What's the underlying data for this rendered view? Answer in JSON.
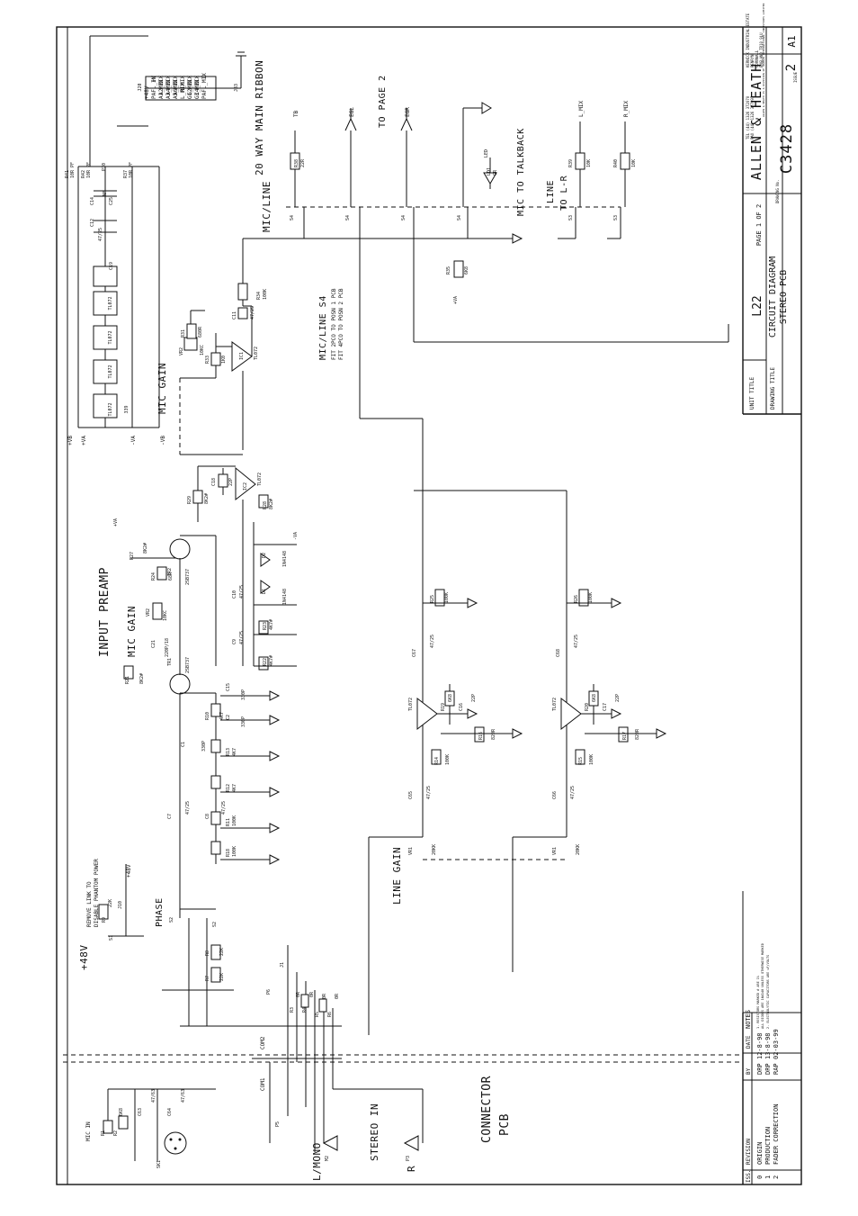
{
  "title_block": {
    "company": "ALLEN & HEATH",
    "company_addr_1": "KERNICK INDUSTRIAL ESTATE",
    "company_addr_2": "PENRYN",
    "company_addr_3": "CORNWALL",
    "company_addr_4": "ENGLAND TR10 9LU",
    "company_note": "ALLEN & HEATH IS A DIVISION OF HARMAN INTERNATIONAL INDUSTRIES LIMITED",
    "tel": "TEL (44) 1326 372070",
    "fax": "FAX (44) 1326 377097",
    "sheet_size": "A1",
    "drawing_no_label": "DRAWING No.",
    "drawing_no": "C3428",
    "issue_label": "ISSUE",
    "issue": "2",
    "unit_title_label": "UNIT TITLE",
    "unit_title": "L22",
    "page": "PAGE 1 OF 2",
    "drawing_title_label": "DRAWING TITLE",
    "drawing_title_1": "CIRCUIT DIAGRAM",
    "drawing_title_2": "STEREO PCB"
  },
  "revisions": {
    "headers": [
      "ISS.",
      "REVISION",
      "BY",
      "DATE"
    ],
    "rows": [
      [
        "0",
        "ORIGIN",
        "DRP",
        "12-8-98"
      ],
      [
        "1",
        "PRODUCTION",
        "DRP",
        "13-8-98"
      ],
      [
        "2",
        "FADER CORRECTION",
        "RAP",
        "02-03-99"
      ]
    ]
  },
  "notes": {
    "header": "NOTES",
    "items": [
      "1. RESISTORS MARKED # ARE 1%",
      "ALL DIODES ARE 1N4148 UNLESS OTHERWISE MARKED",
      "2. ELECTROLYTIC CAPACITORS ARE uF/VOLTS"
    ]
  },
  "labels": {
    "main_ribbon": "20 WAY MAIN RIBBON",
    "to_page_2": "TO PAGE 2",
    "mic_line": "MIC/LINE",
    "mic_to_talkback": "MIC TO TALKBACK",
    "line": "LINE",
    "to_l_r": "TO L-R",
    "mic_line_s4": "MIC/LINE S4",
    "fit_1": "FIT 2PCO TO POSN 1 PCB",
    "fit_2": "FIT 4PCO TO POSN 2 PCB",
    "mic_gain_1": "MIC GAIN",
    "mic_gain_2": "MIC GAIN",
    "input_preamp": "INPUT PREAMP",
    "phantom_note_1": "REMOVE LINK TO",
    "phantom_note_2": "DISABLE PHANTOM POWER",
    "plus48v": "+48V",
    "plus48v_small": "+48V",
    "phase": "PHASE",
    "line_gain": "LINE GAIN",
    "connector_pcb_1": "CONNECTOR",
    "connector_pcb_2": "PCB",
    "mic_in": "MIC IN",
    "l_mono": "L/MONO",
    "stereo_in": "STEREO IN",
    "r": "R",
    "com1": "COM1",
    "com2": "COM2",
    "l_mix": "L_MIX",
    "r_mix": "R_MIX",
    "tb": "TB",
    "egl": "EGL",
    "egr": "EGR",
    "led": "LED",
    "lbl_plus_vb": "+VB",
    "lbl_plus_va": "+VA",
    "lbl_minus_va": "-VA",
    "lbl_minus_vb": "-VB",
    "lbl_plus_va_2": "+VA"
  },
  "ribbon_pins_left": [
    "+48V",
    "PAFL_IN",
    "A1_MIX",
    "A3_MIX",
    "A5_MIX",
    "L_MIX",
    "G1_MIX",
    "G3_MIX",
    "PAFL_MIX"
  ],
  "ribbon_pins_right": [
    "+V",
    "A2_MIX",
    "A4_MIX",
    "A6_MIX",
    "R_MIX",
    "G2_MIX",
    "C4_MIX"
  ],
  "components": {
    "r41": "R41",
    "r41v": "10R PF",
    "r42": "R42",
    "r42v": "10R PF",
    "r37": "R37",
    "r37v": "10R PF",
    "r38": "R38",
    "r38v": "22R",
    "r34": "R34",
    "r34v": "100K",
    "r35": "R35",
    "r35v": "6K8",
    "r39": "R39",
    "r39v": "10K",
    "r40": "R40",
    "r40v": "10K",
    "r31": "R31",
    "r31v": "680R",
    "r33": "R33",
    "r33v": "1K0",
    "vr2": "VR2",
    "vr2v": "10KC",
    "r29": "R29",
    "r29v": "8K2#",
    "r28": "R28",
    "r28v": "8K2#",
    "c18": "C18",
    "c18v": "22P",
    "c11": "C11",
    "c11v": "47/25",
    "ic1": "IC1",
    "ic1v": "TL072",
    "ic2": "IC2",
    "ic2v": "TL072",
    "r27": "R27",
    "r27v": "8K2#",
    "r24": "R24",
    "r24v": "68R",
    "tr2": "TR2",
    "tr2v": "2SB737",
    "tr1": "TR1",
    "tr1v": "2SB737",
    "d1": "D1",
    "d1v": "1N4148",
    "d2": "D2",
    "d2v": "1N4148",
    "c10": "C10",
    "c10v": "47/25",
    "c9": "C9",
    "c9v": "47/25",
    "r23": "R23",
    "r23v": "4K7#",
    "r22": "R22",
    "r22v": "4K7#",
    "c21": "C21",
    "c21v": "220P/18",
    "r21": "R21",
    "r21v": "8K2#",
    "c15": "C15",
    "c15v": "330P",
    "c2": "C2",
    "c2v": "330P",
    "c1": "C1",
    "c1v": "330P",
    "r10": "R10",
    "r10v": "4K7",
    "r13": "R13",
    "r13v": "4K7",
    "r12": "R12",
    "r12v": "4K7",
    "r11": "R11",
    "r11v": "100K",
    "r18": "R18",
    "r18v": "100K",
    "c7": "C7",
    "c7v": "47/25",
    "c8": "C8",
    "c8v": "47/25",
    "r25": "R25",
    "r25v": "100K",
    "r26": "R26",
    "r26v": "100K",
    "c67": "C67",
    "c67v": "47/25",
    "c68": "C68",
    "c68v": "47/25",
    "r19": "R19",
    "r19v": "6K8",
    "r20": "R20",
    "r20v": "6K8",
    "c16": "C16",
    "c16v": "22P",
    "c17": "C17",
    "c17v": "22P",
    "r16": "R16",
    "r16v": "820R",
    "r17": "R17",
    "r17v": "820R",
    "r14": "R14",
    "r14v": "100K",
    "r15": "R15",
    "r15v": "100K",
    "c65": "C65",
    "c65v": "47/25",
    "c66": "C66",
    "c66v": "47/25",
    "vr1a": "VR1",
    "vr1av": "20KK",
    "vr1b": "VR1",
    "vr1bv": "20KK",
    "r9": "R9",
    "r9v": "22K",
    "j10": "J10",
    "s1": "S1",
    "s2": "S2",
    "r8": "R8",
    "r8v": "22K",
    "r7": "R7",
    "r7v": "22K",
    "j1": "J1",
    "p6": "P6",
    "p5": "P5",
    "r3": "R3",
    "r4": "R4",
    "r5": "R5",
    "r6": "R6",
    "r0v": "0R",
    "r1": "R1",
    "r2": "R2",
    "r2v": "6K8",
    "c63": "C63",
    "c63v": "47/63",
    "c64": "C64",
    "c64v": "47/63",
    "sk1": "SK1",
    "m2": "M2",
    "p3": "P3",
    "s4": "S4",
    "s3": "S3",
    "ld1": "LD1",
    "ld1v": "GR",
    "c14": "C14",
    "c12": "C12",
    "c25": "C25",
    "c19": "C19",
    "ic_tl072": "TL072",
    "c4725": "47/25",
    "nf": "NF",
    "p10": "P10",
    "c36": "C36",
    "c37": "C37",
    "j33": "J33",
    "j20": "J20",
    "j39": "339"
  }
}
